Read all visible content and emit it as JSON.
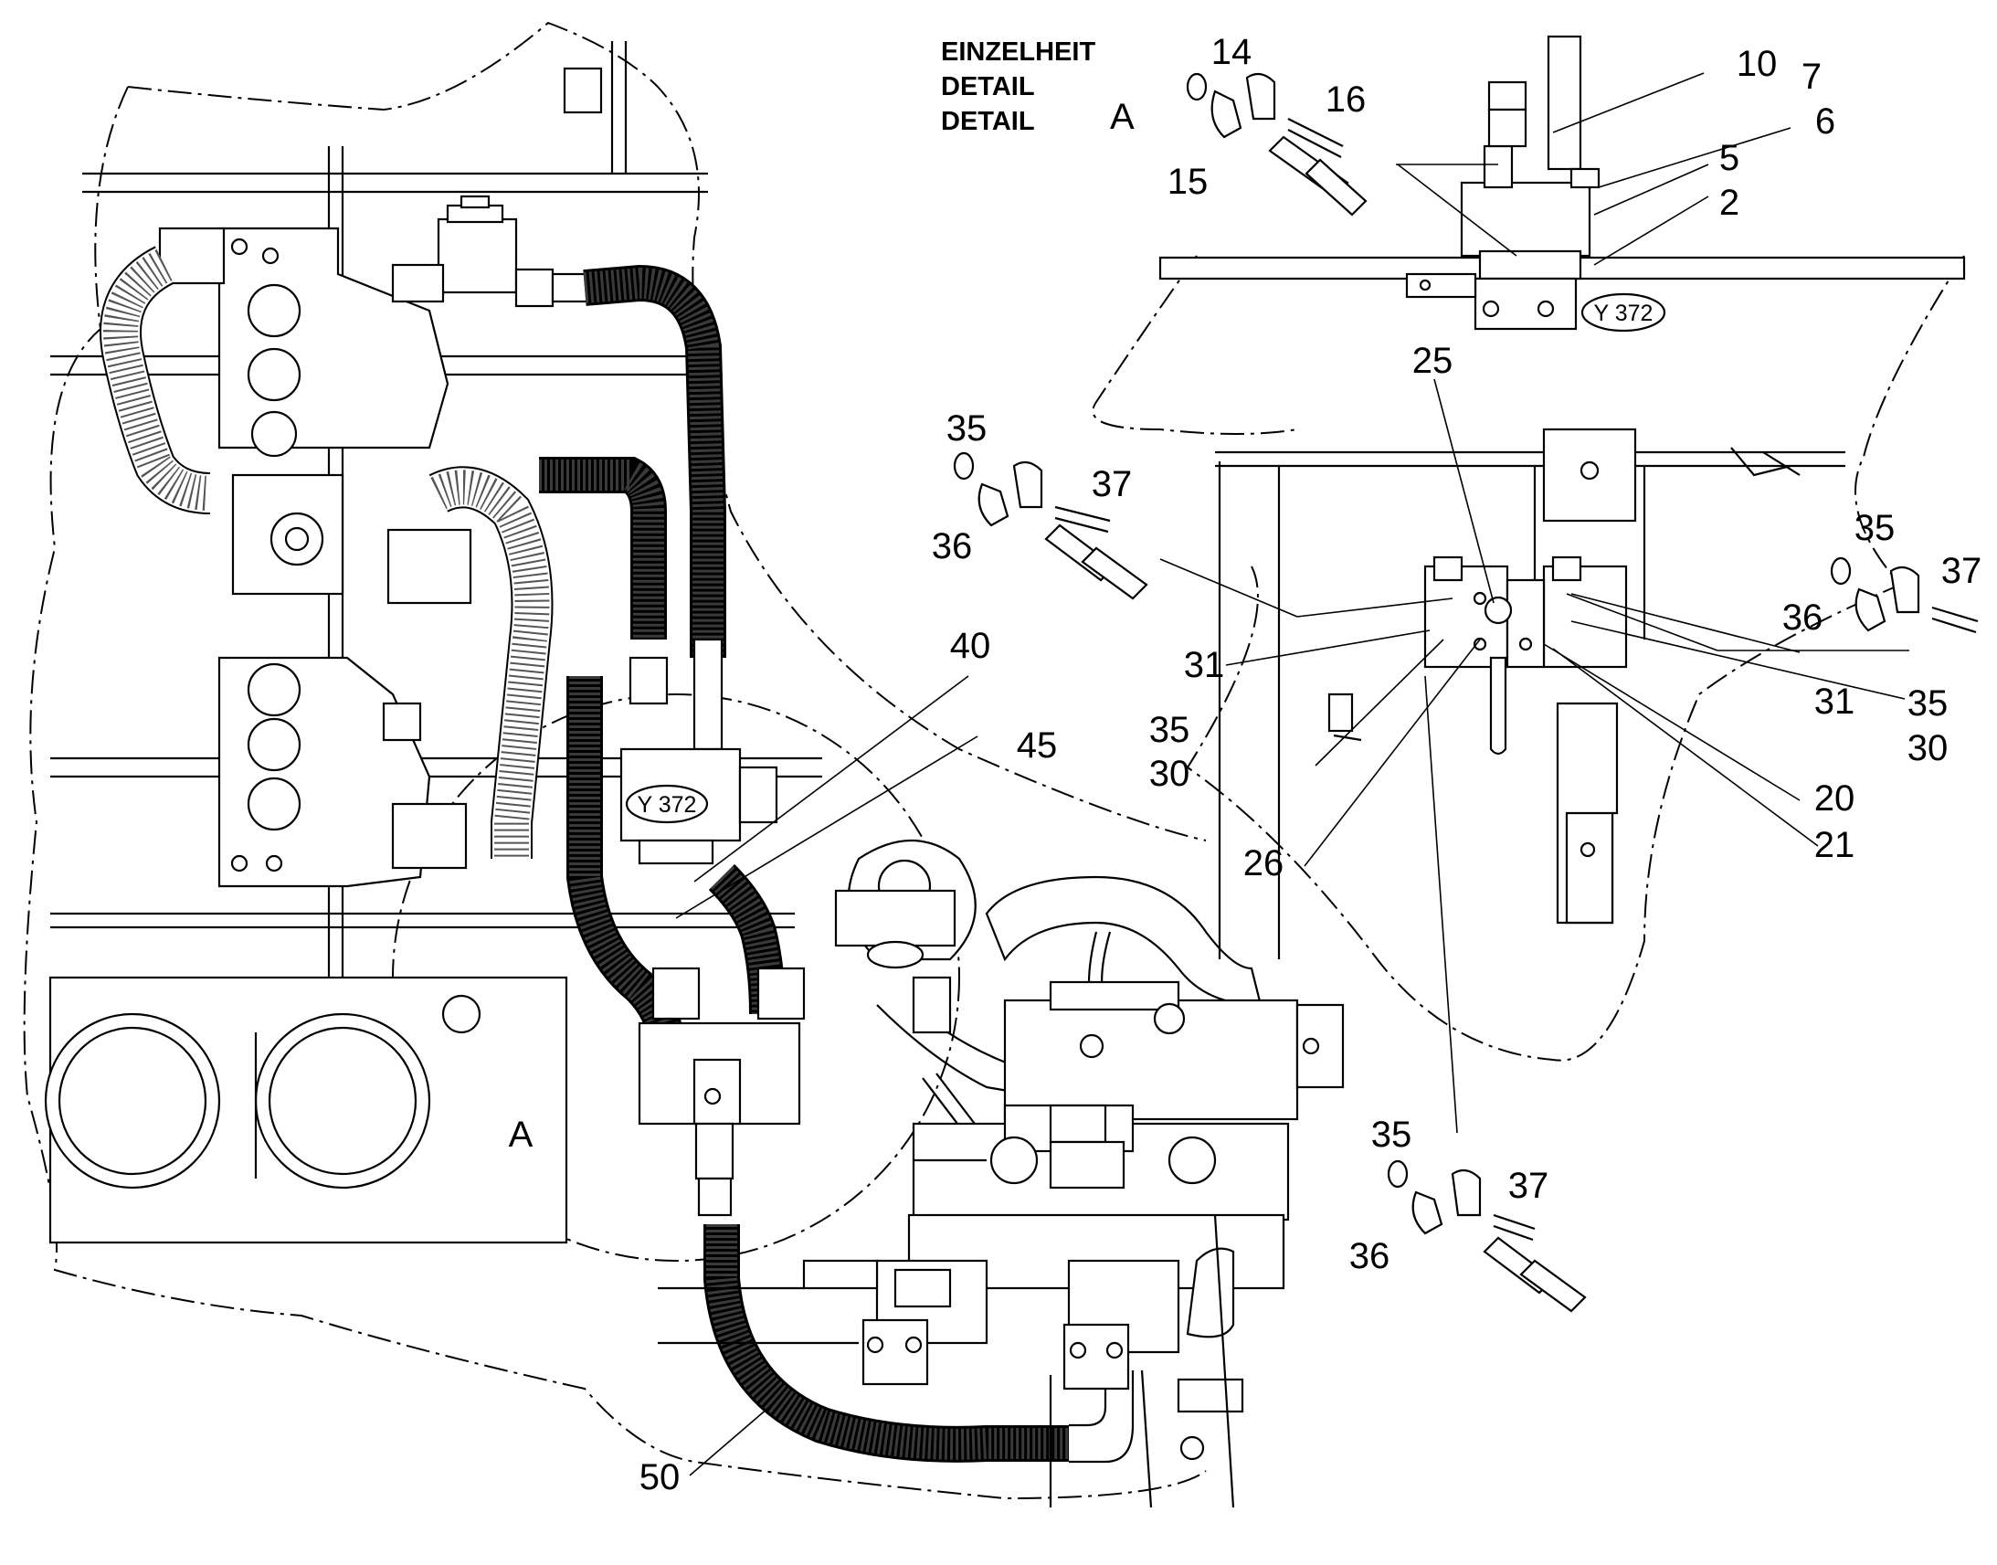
{
  "detail": {
    "title_lines": [
      "EINZELHEIT",
      "DETAIL",
      "DETAIL"
    ],
    "letter": "A"
  },
  "valve_tags": [
    "Y 372",
    "Y 372"
  ],
  "view_marker": "A",
  "callouts": [
    "14",
    "16",
    "15",
    "10",
    "7",
    "6",
    "5",
    "2",
    "25",
    "35",
    "37",
    "36",
    "35",
    "37",
    "36",
    "31",
    "31",
    "35",
    "30",
    "35",
    "30",
    "20",
    "21",
    "26",
    "40",
    "45",
    "35",
    "37",
    "36",
    "50"
  ]
}
